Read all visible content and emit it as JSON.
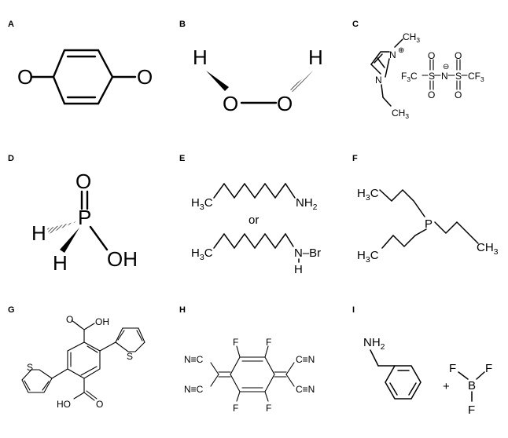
{
  "panels": [
    {
      "label": "A"
    },
    {
      "label": "B"
    },
    {
      "label": "C"
    },
    {
      "label": "D"
    },
    {
      "label": "E"
    },
    {
      "label": "F"
    },
    {
      "label": "G"
    },
    {
      "label": "H"
    },
    {
      "label": "I"
    }
  ],
  "atoms": {
    "o": "O",
    "h": "H",
    "n": "N",
    "p": "P",
    "s": "S",
    "f": "F",
    "b": "B",
    "c": "C",
    "oh": "OH",
    "ho": "HO",
    "cf3": "CF",
    "ch3": "CH",
    "h3c": "H",
    "three": "3",
    "two": "2",
    "br": "Br",
    "or": "or",
    "nh": "NH",
    "n_br": "N–Br",
    "plus": "+",
    "charge_plus": "⊕",
    "charge_minus": "⊖",
    "nc": "N≡C",
    "cn": "C≡N",
    "amine": "NH"
  }
}
